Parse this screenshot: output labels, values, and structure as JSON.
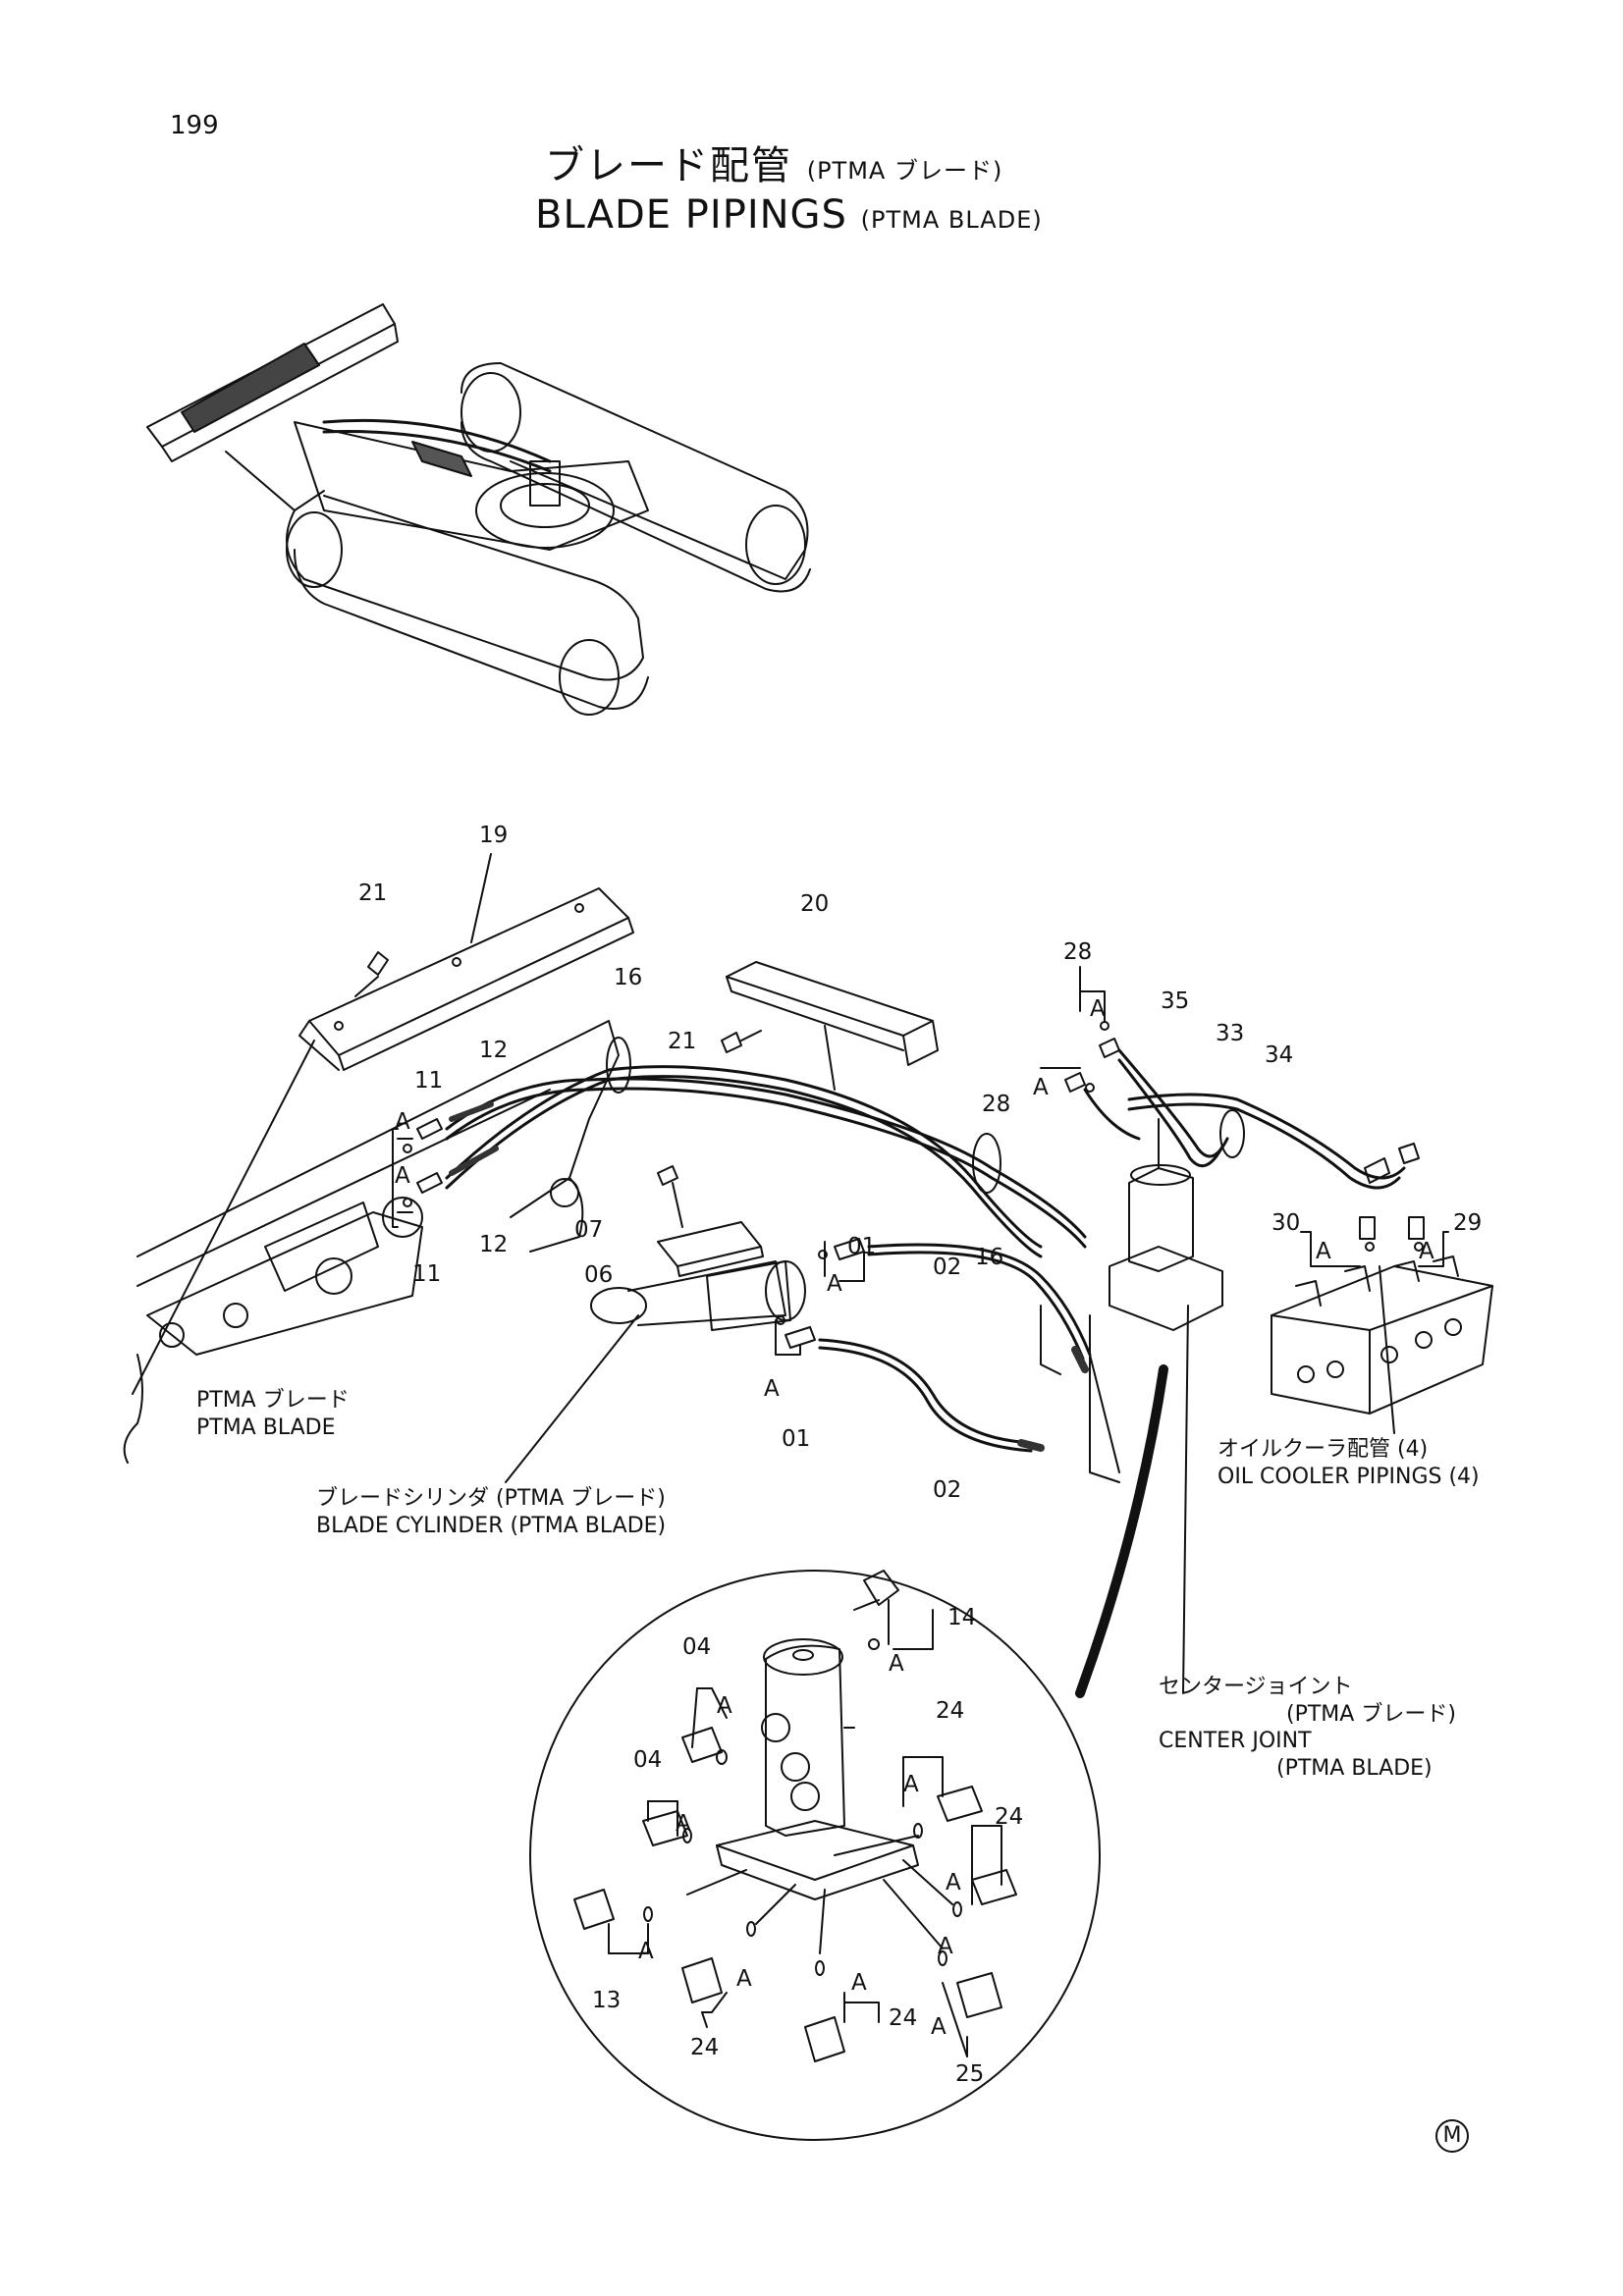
{
  "page_number": "199",
  "title": {
    "jp_main": "ブレード配管",
    "jp_sub": "(PTMA ブレード)",
    "en_main": "BLADE PIPINGS",
    "en_sub": "(PTMA BLADE)"
  },
  "labels": {
    "ptma_blade_jp": "PTMA ブレード",
    "ptma_blade_en": "PTMA BLADE",
    "blade_cylinder_jp": "ブレードシリンダ (PTMA ブレード)",
    "blade_cylinder_en": "BLADE CYLINDER (PTMA BLADE)",
    "oil_cooler_jp": "オイルクーラ配管 (4)",
    "oil_cooler_en": "OIL COOLER PIPINGS (4)",
    "center_joint_jp_1": "センタージョイント",
    "center_joint_jp_2": "(PTMA ブレード)",
    "center_joint_en_1": "CENTER JOINT",
    "center_joint_en_2": "(PTMA BLADE)"
  },
  "callouts": {
    "n19": "19",
    "n21a": "21",
    "n20": "20",
    "n21b": "21",
    "n16a": "16",
    "n12a": "12",
    "n11a": "11",
    "n11b": "11",
    "n12b": "12",
    "n07": "07",
    "n06": "06",
    "n01a": "01",
    "n01b": "01",
    "n02a": "02",
    "n02b": "02",
    "n16b": "16",
    "n28a": "28",
    "n28b": "28",
    "n35": "35",
    "n33": "33",
    "n34": "34",
    "n30": "30",
    "n29": "29",
    "n14": "14",
    "n04a": "04",
    "n04b": "04",
    "n24a": "24",
    "n24b": "24",
    "n13": "13",
    "n24c": "24",
    "n24d": "24",
    "n25": "25"
  },
  "ref": {
    "a1": "A",
    "a2": "A",
    "a3": "A",
    "a4": "A",
    "a5": "A",
    "a6": "A",
    "a7": "A",
    "a8": "A",
    "a9": "A",
    "a10": "A",
    "a11": "A",
    "a12": "A",
    "a13": "A",
    "a14": "A",
    "a15": "A",
    "a16": "A",
    "a17": "A",
    "a18": "A"
  },
  "manufacturer_mark": "M"
}
